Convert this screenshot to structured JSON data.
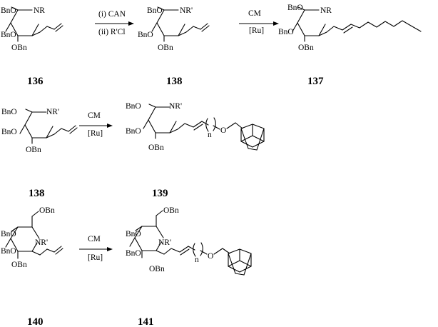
{
  "scheme": {
    "labels": {
      "bno": "BnO",
      "obn": "OBn",
      "nr": "NR",
      "nrp": "NR'",
      "o": "O",
      "n": "n"
    },
    "reactions": [
      {
        "reagent_top": "(i) CAN",
        "reagent_bottom": "(ii) R'Cl"
      },
      {
        "reagent_top": "CM",
        "reagent_bottom": "[Ru]"
      },
      {
        "reagent_top": "CM",
        "reagent_bottom": "[Ru]"
      },
      {
        "reagent_top": "CM",
        "reagent_bottom": "[Ru]"
      }
    ],
    "compounds": [
      {
        "number": "136"
      },
      {
        "number": "138"
      },
      {
        "number": "137"
      },
      {
        "number": "138"
      },
      {
        "number": "139"
      },
      {
        "number": "140"
      },
      {
        "number": "141"
      }
    ]
  }
}
